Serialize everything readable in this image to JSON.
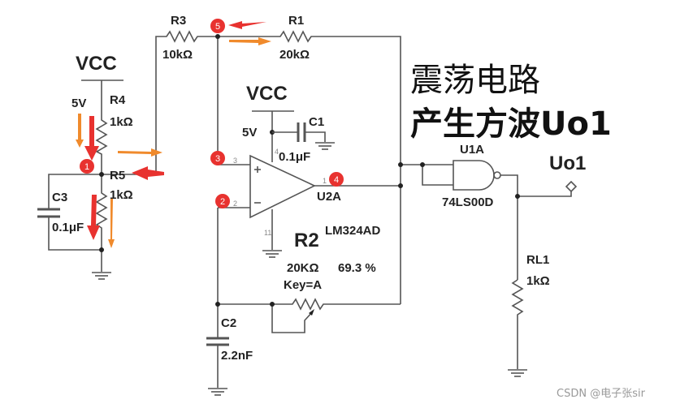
{
  "title_lines": [
    "震荡电路",
    "产生方波Uo1"
  ],
  "components": {
    "vcc_left": {
      "label": "VCC",
      "voltage": "5V"
    },
    "vcc_right": {
      "label": "VCC",
      "voltage": "5V"
    },
    "R4": {
      "name": "R4",
      "value": "1kΩ"
    },
    "R5": {
      "name": "R5",
      "value": "1kΩ"
    },
    "R3": {
      "name": "R3",
      "value": "10kΩ"
    },
    "R1": {
      "name": "R1",
      "value": "20kΩ"
    },
    "C3": {
      "name": "C3",
      "value": "0.1μF"
    },
    "C1": {
      "name": "C1",
      "value": "0.1μF"
    },
    "C2": {
      "name": "C2",
      "value": "2.2nF"
    },
    "R2": {
      "name": "R2",
      "value": "20KΩ",
      "setting": "69.3 %",
      "key": "Key=A"
    },
    "U2A": {
      "name": "U2A",
      "part": "LM324AD",
      "pins": [
        "3",
        "2",
        "1",
        "4",
        "11"
      ]
    },
    "U1A": {
      "name": "U1A",
      "part": "74LS00D"
    },
    "RL1": {
      "name": "RL1",
      "value": "1kΩ"
    },
    "output": {
      "label": "Uo1"
    }
  },
  "markers": [
    "1",
    "2",
    "3",
    "4",
    "5"
  ],
  "colors": {
    "wire": "#555555",
    "marker": "#e8322f",
    "arrow_red": "#e8322f",
    "arrow_orange": "#f08a2c"
  },
  "watermark": "CSDN @电子张sir"
}
